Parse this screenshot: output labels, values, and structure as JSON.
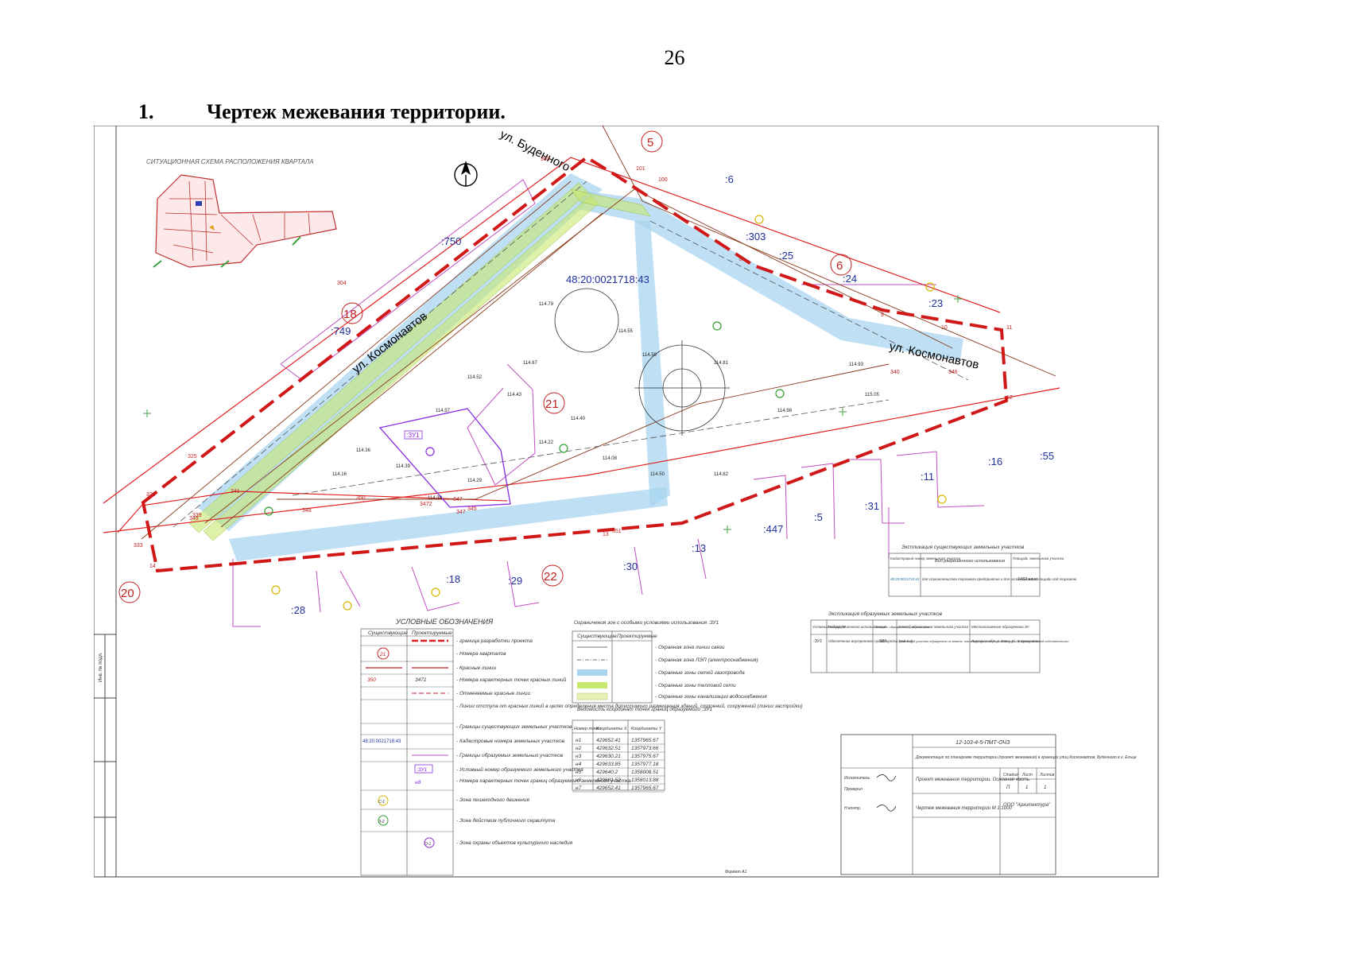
{
  "page": {
    "number": "26",
    "heading_number": "1.",
    "heading_title": "Чертеж межевания территории."
  },
  "drawing": {
    "situation_title": "СИТУАЦИОННАЯ СХЕМА РАСПОЛОЖЕНИЯ КВАРТАЛА",
    "cadastral_number": "48:20:0021718:43",
    "streets": {
      "budennogo": "ул. Буденного",
      "kosmonavtov_1": "ул. Космонавтов",
      "kosmonavtov_2": "ул. Космонавтов"
    },
    "quarters": [
      "5",
      "6",
      "18",
      "20",
      "21",
      "22"
    ],
    "parcels": [
      ":750",
      ":749",
      ":303",
      ":25",
      ":24",
      ":23",
      ":6",
      ":16",
      ":55",
      ":11",
      ":31",
      ":5",
      ":447",
      ":13",
      ":30",
      ":29",
      ":18",
      ":28"
    ],
    "zu_label": ":ЗУ1",
    "points": [
      "303",
      "304",
      "325",
      "326",
      "333",
      "339",
      "340",
      "341",
      "345",
      "346",
      "347",
      "348",
      "349",
      "350",
      "351",
      "8",
      "9",
      "10",
      "11",
      "12",
      "13",
      "14",
      "101",
      "100",
      "3472",
      "347"
    ],
    "colors": {
      "red_line": "#e02020",
      "boundary": "#d01818",
      "zone_blue": "#a8d4f0",
      "zone_green": "#c8e870",
      "parcel_line": "#c050c0",
      "blue_text": "#1f2f9a"
    }
  },
  "legend": {
    "title": "УСЛОВНЫЕ ОБОЗНАЧЕНИЯ",
    "col_headers": [
      "Существующие",
      "Проектируемые"
    ],
    "items": [
      "- граница разработки проекта",
      "- Номера кварталов",
      "- Красные линии",
      "- Номера характерных точек красных линий",
      "- Отменяемые красные линии",
      "- Линии отступа от красных линий в целях определения места допустимого размещения зданий, строений, сооружений (линии застройки)",
      "- Границы существующих земельных участков",
      "- Кадастровые номера земельных участков",
      "- Границы образуемых земельных участков",
      "- Условный номер образуемого земельного участка",
      "- Номера характерных точек границ образуемого земельного участка",
      "- Зона пешеходного движения",
      "- Зона действия публичного сервитута",
      "- Зона охраны объектов культурного наследия"
    ],
    "symbols": [
      "21",
      "350",
      "3471",
      "48:20:0021718:43",
      ":ЗУ1",
      "н8",
      "С-1",
      "З-2",
      "О-1"
    ]
  },
  "zones_legend": {
    "title": "Ограничения зон с особыми условиями использования :ЗУ1",
    "col_headers": [
      "Существующие",
      "Проектируемые"
    ],
    "items": [
      "- Охранная зона линии связи",
      "- Охранная зона ЛЭП (электроснабжения)",
      "- Охранные зоны сетей газопровода",
      "- Охранные зоны тепловой сети",
      "- Охранные зоны канализации водоснабжения"
    ]
  },
  "coords_table": {
    "title": "Ведомость координат точек границ образуемого :ЗУ1",
    "headers": [
      "Номер точки",
      "Координаты X",
      "Координаты Y"
    ],
    "rows": [
      [
        "н1",
        "429652.41",
        "1357965.67"
      ],
      [
        "н2",
        "429632.51",
        "1357973.66"
      ],
      [
        "н3",
        "429630.21",
        "1357975.67"
      ],
      [
        "н4",
        "429633.85",
        "1357977.18"
      ],
      [
        "н5",
        "429640.2",
        "1358008.51"
      ],
      [
        "н6",
        "429681.53",
        "1358013.88"
      ],
      [
        "н7",
        "429652.41",
        "1357965.67"
      ]
    ]
  },
  "existing_parcels_table": {
    "title": "Экспликация существующих земельных участков",
    "headers": [
      "Кадастровый номер земельного участка",
      "Вид разрешенного использования",
      "Площадь земельного участка"
    ],
    "row": [
      "48:20:0021718:43",
      "для строительства торгового предприятия и для использования площади под торговлю",
      "1462 кв.м."
    ]
  },
  "formed_parcels_table": {
    "title": "Экспликация образуемых земельных участков",
    "headers": [
      "Условный номер ЗУ",
      "Вид разрешенного использования",
      "Площадь образуемого участка, кв.м",
      "Способ образования земельного участка",
      "Местоположение образуемого ЗУ"
    ],
    "row": [
      ":ЗУ1",
      "Обеспечение внутреннего правопорядка (код 8.3)",
      "586",
      "Земельный участок образуется из земель, находящихся в государственной или муниципальной собственности",
      "Липецкая обл., г. Елец, ул. Космонавтов"
    ]
  },
  "title_block": {
    "code": "12-103-4-5-ПМТ-ОЧЗ",
    "description": "Документация по планировке территории (проект межевания) в границах улиц Космонавтов, Буденного в г. Ельце",
    "sheet_name": "Проект межевания территории. Основная часть",
    "drawing_name": "Чертеж межевания территории М 1:1000",
    "organization": "ООО \"Архитектура\"",
    "stage_headers": [
      "Стадия",
      "Лист",
      "Листов"
    ],
    "stage_values": [
      "П",
      "1",
      "1"
    ],
    "roles": [
      "Исполнитель",
      "Проверил",
      "Н.контр."
    ],
    "format": "Формат А1"
  }
}
